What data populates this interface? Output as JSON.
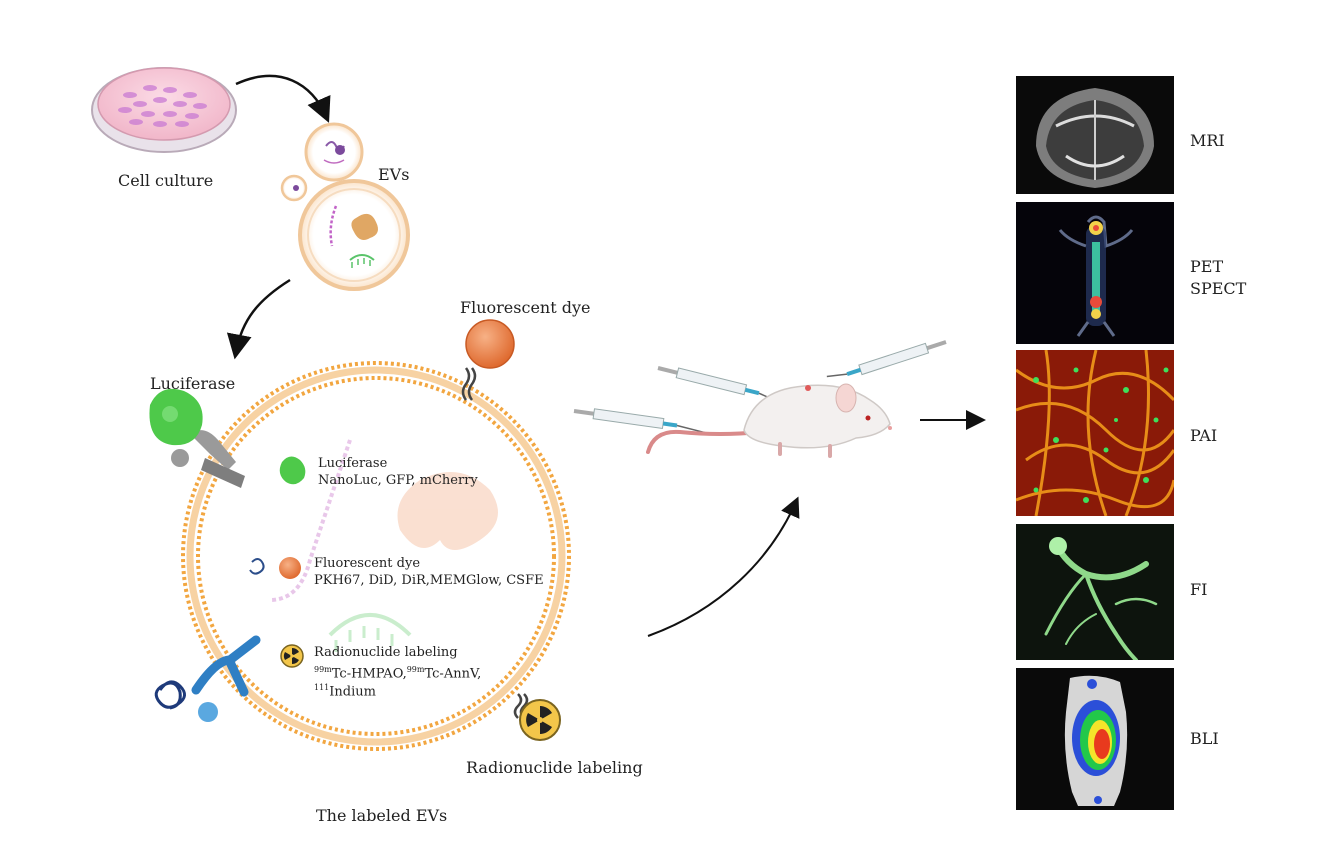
{
  "labels": {
    "cell_culture": "Cell culture",
    "evs": "EVs",
    "fluorescent_dye": "Fluorescent dye",
    "luciferase": "Luciferase",
    "radionuclide_labeling": "Radionuclide labeling",
    "labeled_evs": "The labeled EVs"
  },
  "inner": {
    "luciferase_title": "Luciferase",
    "luciferase_items": "NanoLuc, GFP, mCherry",
    "dye_title": "Fluorescent dye",
    "dye_items": "PKH67, DiD, DiR,MEMGlow, CSFE",
    "radio_title": "Radionuclide labeling",
    "radio_sup1": "99m",
    "radio_item1": "Tc-HMPAO,",
    "radio_sup2": "99m",
    "radio_item2": "Tc-AnnV,",
    "radio_sup3": "111",
    "radio_item3": "Indium"
  },
  "imaging": [
    {
      "label": "MRI"
    },
    {
      "label": "PET"
    },
    {
      "label": "SPECT"
    },
    {
      "label": "PAI"
    },
    {
      "label": "FI"
    },
    {
      "label": "BLI"
    }
  ],
  "colors": {
    "membrane": "#f2a640",
    "dye_orange": "#ea7a3e",
    "luciferase_green": "#4ec94a",
    "antibody_blue": "#2f7fc4"
  }
}
